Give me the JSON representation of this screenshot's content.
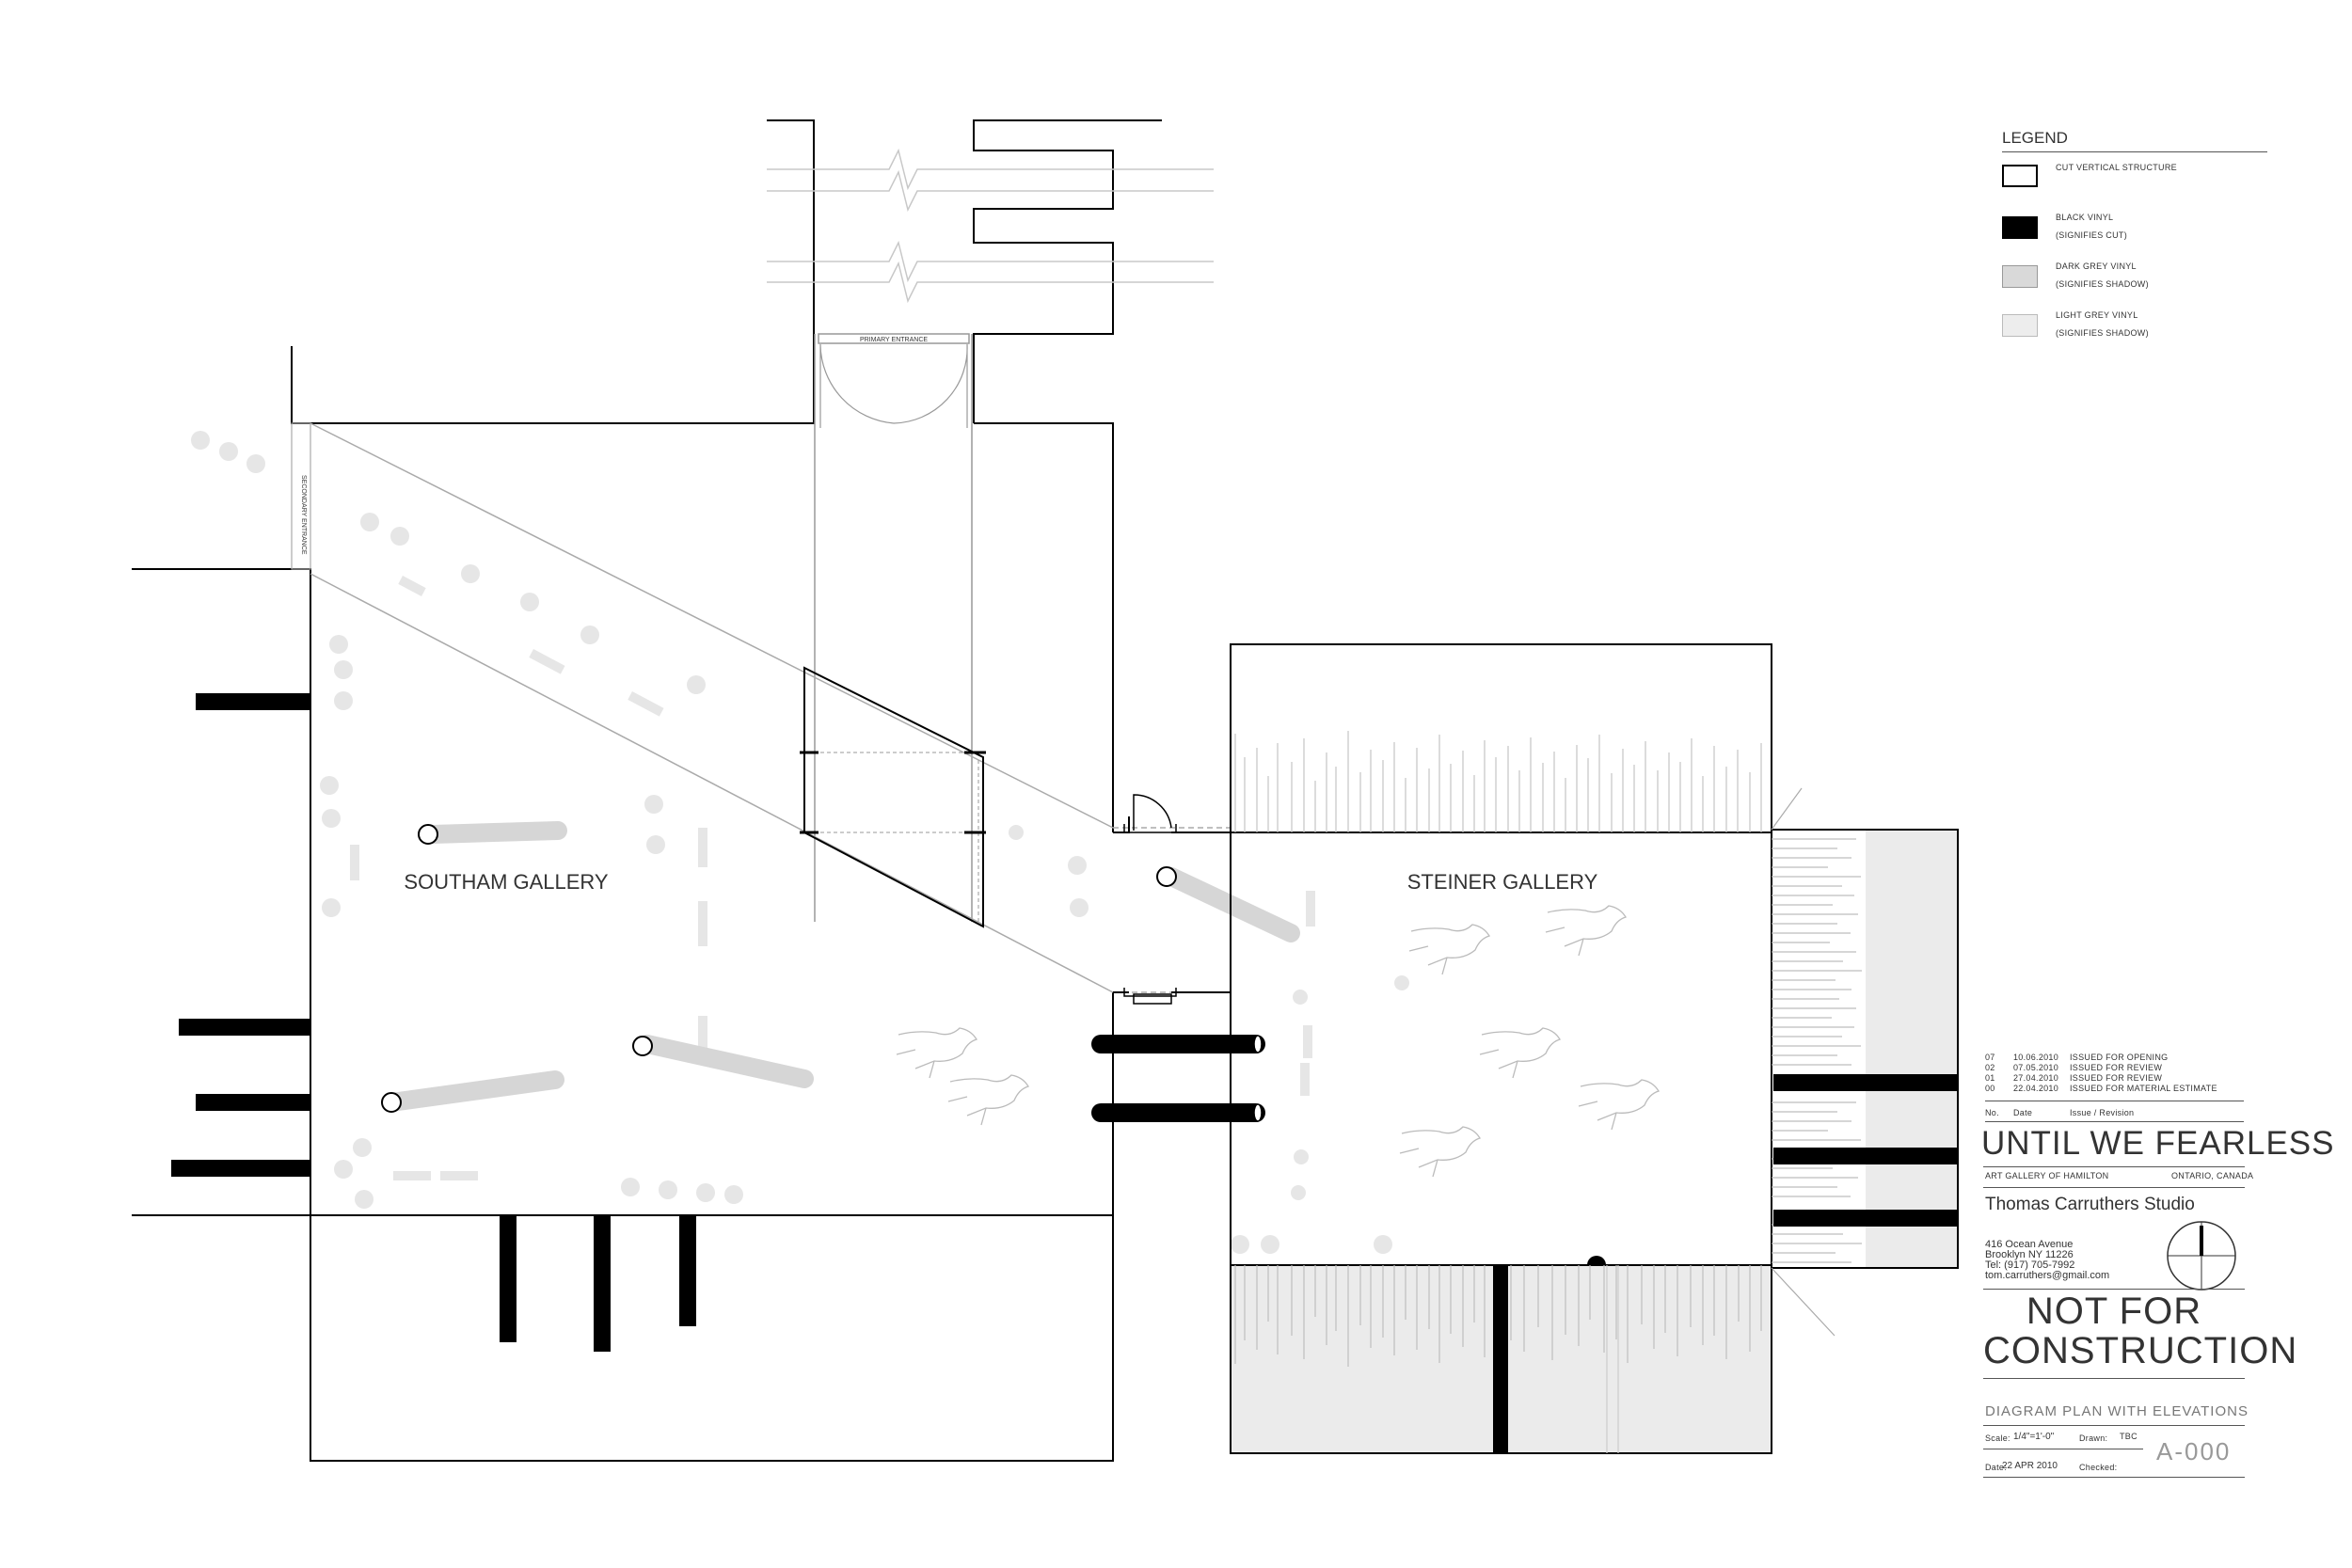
{
  "plan": {
    "galleries": [
      "SOUTHAM GALLERY",
      "STEINER GALLERY"
    ],
    "entrances": {
      "primary": "PRIMARY ENTRANCE",
      "secondary": "SECONDARY ENTRANCE"
    }
  },
  "legend": {
    "title": "LEGEND",
    "items": [
      {
        "swatch": "#ffffff",
        "border": "#000000",
        "line1": "CUT VERTICAL STRUCTURE",
        "line2": ""
      },
      {
        "swatch": "#000000",
        "border": "#000000",
        "line1": "BLACK VINYL",
        "line2": "(SIGNIFIES CUT)"
      },
      {
        "swatch": "#d9d9d9",
        "border": "#999999",
        "line1": "DARK GREY VINYL",
        "line2": "(SIGNIFIES SHADOW)"
      },
      {
        "swatch": "#ededed",
        "border": "#bbbbbb",
        "line1": "LIGHT GREY VINYL",
        "line2": "(SIGNIFIES SHADOW)"
      }
    ]
  },
  "title_block": {
    "revisions": [
      {
        "no": "07",
        "date": "10.06.2010",
        "issue": "ISSUED FOR OPENING"
      },
      {
        "no": "02",
        "date": "07.05.2010",
        "issue": "ISSUED FOR REVIEW"
      },
      {
        "no": "01",
        "date": "27.04.2010",
        "issue": "ISSUED FOR REVIEW"
      },
      {
        "no": "00",
        "date": "22.04.2010",
        "issue": "ISSUED FOR MATERIAL ESTIMATE"
      }
    ],
    "rev_headers": {
      "no": "No.",
      "date": "Date",
      "issue": "Issue / Revision"
    },
    "project": "UNTIL WE FEARLESS",
    "client": "ART GALLERY OF HAMILTON",
    "location": "ONTARIO, CANADA",
    "studio": "Thomas Carruthers Studio",
    "address": [
      "416 Ocean Avenue",
      "Brooklyn  NY 11226",
      "Tel:  (917)  705-7992",
      "tom.carruthers@gmail.com"
    ],
    "warning_line1": "NOT FOR",
    "warning_line2": "CONSTRUCTION",
    "drawing_title": "DIAGRAM PLAN WITH ELEVATIONS",
    "scale_label": "Scale:",
    "scale": "1/4\"=1'-0\"",
    "drawn_label": "Drawn:",
    "drawn": "TBC",
    "date_label": "Date:",
    "date": "22 APR 2010",
    "checked_label": "Checked:",
    "sheet_no": "A-000"
  },
  "colors": {
    "black_vinyl": "#000000",
    "dark_grey_vinyl": "#d6d6d6",
    "light_grey_vinyl": "#ececec",
    "line": "#000000"
  }
}
